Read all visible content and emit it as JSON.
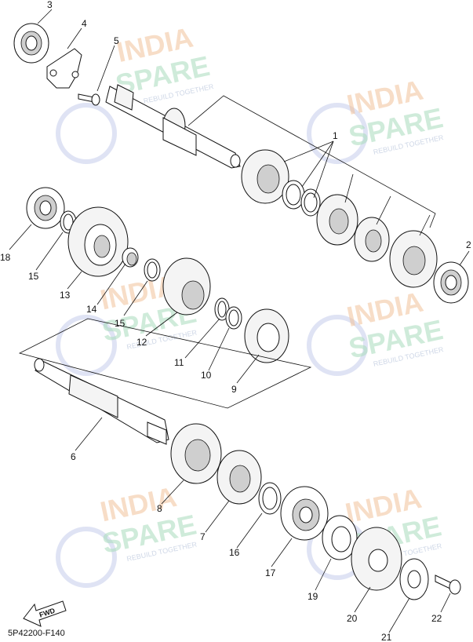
{
  "diagram": {
    "callouts": [
      "1",
      "2",
      "3",
      "4",
      "5",
      "6",
      "7",
      "8",
      "9",
      "10",
      "11",
      "12",
      "13",
      "14",
      "15",
      "15",
      "16",
      "17",
      "18",
      "19",
      "20",
      "21",
      "22"
    ],
    "fwd_label": "FWD",
    "catalog_code": "5P42200-F140",
    "watermark": {
      "line1": "INDIA",
      "line2": "SPARE",
      "tagline": "REBUILD TOGETHER"
    }
  }
}
